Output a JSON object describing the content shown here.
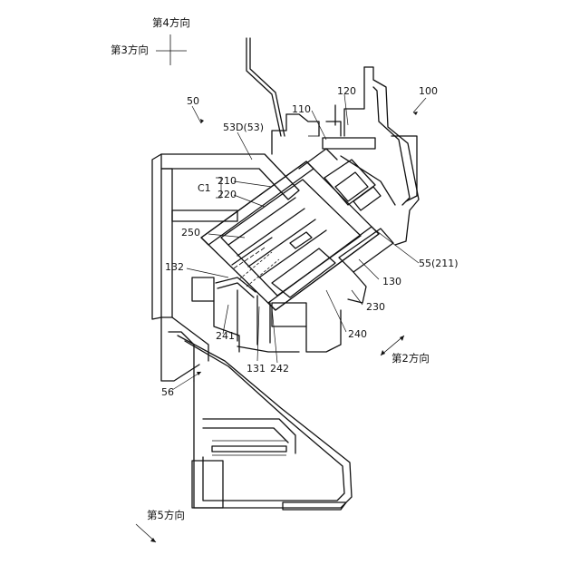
{
  "directions": {
    "dir4": "第4方向",
    "dir3": "第3方向",
    "dir2": "第2方向",
    "dir5": "第5方向"
  },
  "labels": {
    "l50": "50",
    "l53d": "53D(53)",
    "l110": "110",
    "l120": "120",
    "l100": "100",
    "lc1": "C1",
    "l210": "210",
    "l220": "220",
    "l250": "250",
    "l132": "132",
    "l55": "55(211)",
    "l130": "130",
    "l230": "230",
    "l240": "240",
    "l241": "241",
    "l131": "131",
    "l242": "242",
    "l56": "56"
  }
}
